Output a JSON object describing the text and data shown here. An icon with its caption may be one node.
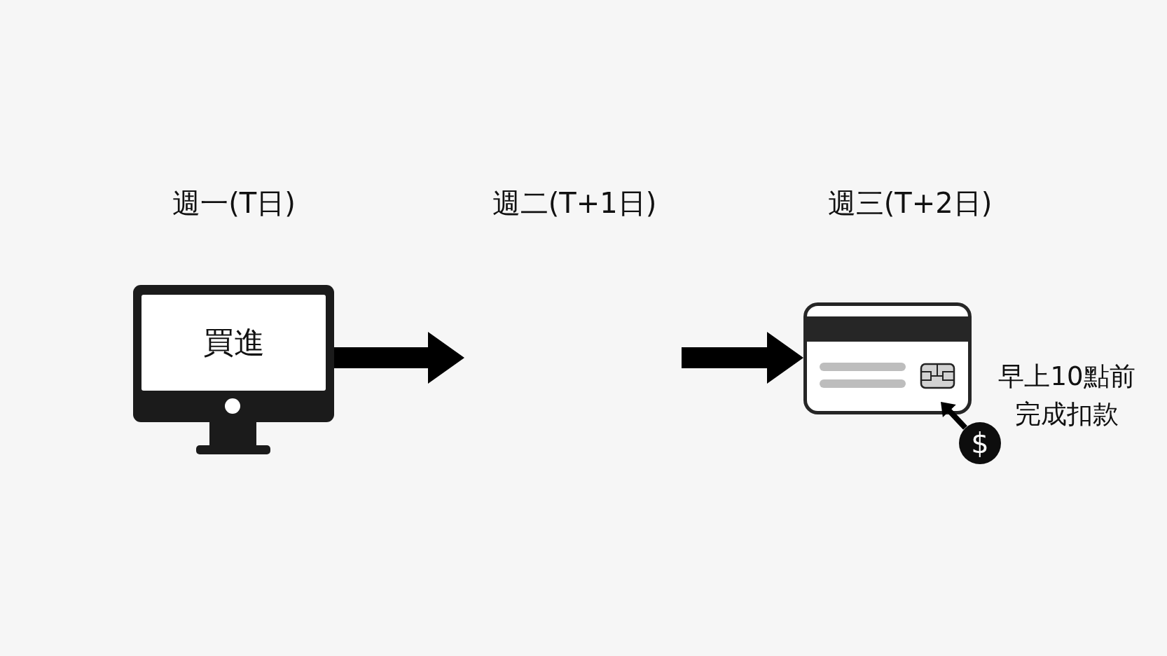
{
  "diagram": {
    "nodes": [
      {
        "text": [
          "買進"
        ]
      },
      {
        "text": [],
        "shape": "card"
      },
      {
        "text": [
          "$"
        ],
        "beside": [
          "早上10點前完成扣款"
        ]
      }
    ],
    "edges": [
      {
        "from": 0,
        "to": null,
        "arrow": "to",
        "style": "thick"
      },
      {
        "from": null,
        "to": 1,
        "arrow": "to",
        "style": "thick"
      },
      {
        "from": 2,
        "to": 1,
        "arrow": "to"
      }
    ],
    "labels": [
      "週一(T日)",
      "週二(T+1日)",
      "週三(T+2日)"
    ]
  }
}
